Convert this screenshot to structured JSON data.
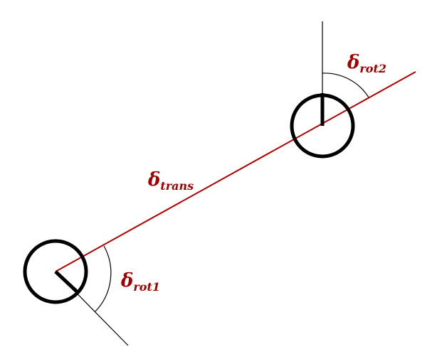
{
  "labels": {
    "translation": {
      "symbol": "δ",
      "subscript": "trans"
    },
    "rotation_1": {
      "symbol": "δ",
      "subscript": "rot1"
    },
    "rotation_2": {
      "symbol": "δ",
      "subscript": "rot2"
    }
  },
  "colors": {
    "path": "#b00000",
    "label": "#a00000",
    "robot": "#000000",
    "reference_line": "#000000",
    "angle_arc": "#000000",
    "background": "#ffffff"
  }
}
